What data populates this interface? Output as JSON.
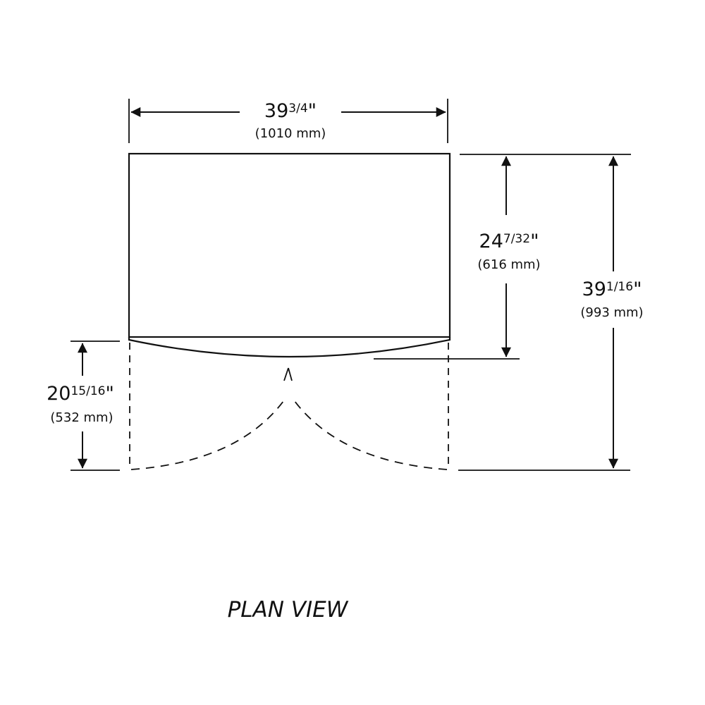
{
  "diagram": {
    "title": "PLAN VIEW",
    "dimensions": {
      "width": {
        "whole": "39",
        "fraction": "3/4",
        "unit": "\"",
        "metric": "(1010 mm)"
      },
      "cabinet_depth": {
        "whole": "24",
        "fraction": "7/32",
        "unit": "\"",
        "metric": "(616 mm)"
      },
      "overall_depth": {
        "whole": "39",
        "fraction": "1/16",
        "unit": "\"",
        "metric": "(993 mm)"
      },
      "door_swing": {
        "whole": "20",
        "fraction": "15/16",
        "unit": "\"",
        "metric": "(532 mm)"
      }
    },
    "colors": {
      "line": "#111111",
      "background": "#ffffff"
    }
  }
}
